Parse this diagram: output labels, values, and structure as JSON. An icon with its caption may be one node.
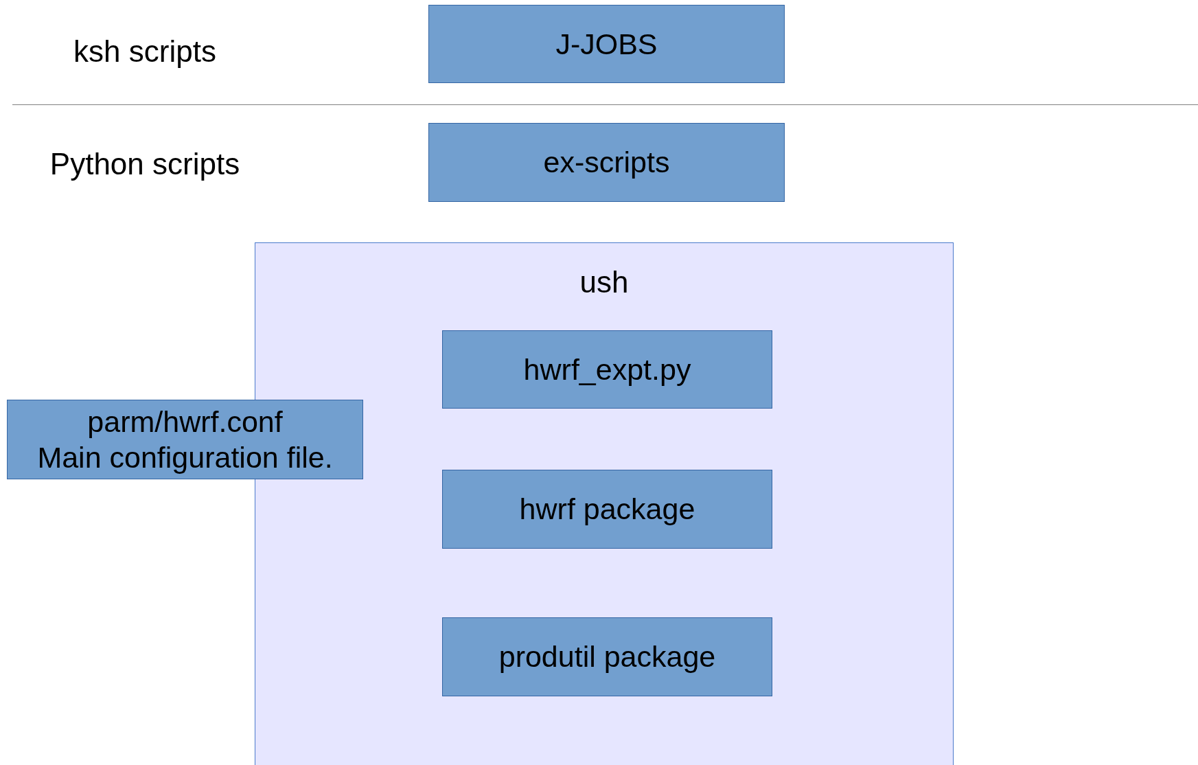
{
  "diagram": {
    "nodes": [
      {
        "text": [
          "J-JOBS"
        ]
      },
      {
        "text": [
          "ex-scripts"
        ]
      },
      {
        "text": [
          "ush"
        ]
      },
      {
        "text": [
          "hwrf_expt.py"
        ],
        "in": 2
      },
      {
        "text": [
          "parm/hwrf.conf",
          "Main configuration file."
        ]
      },
      {
        "text": [
          "hwrf package"
        ],
        "in": 2
      },
      {
        "text": [
          "produtil package"
        ],
        "in": 2
      }
    ],
    "labels": [
      "ksh scripts",
      "Python scripts"
    ]
  }
}
